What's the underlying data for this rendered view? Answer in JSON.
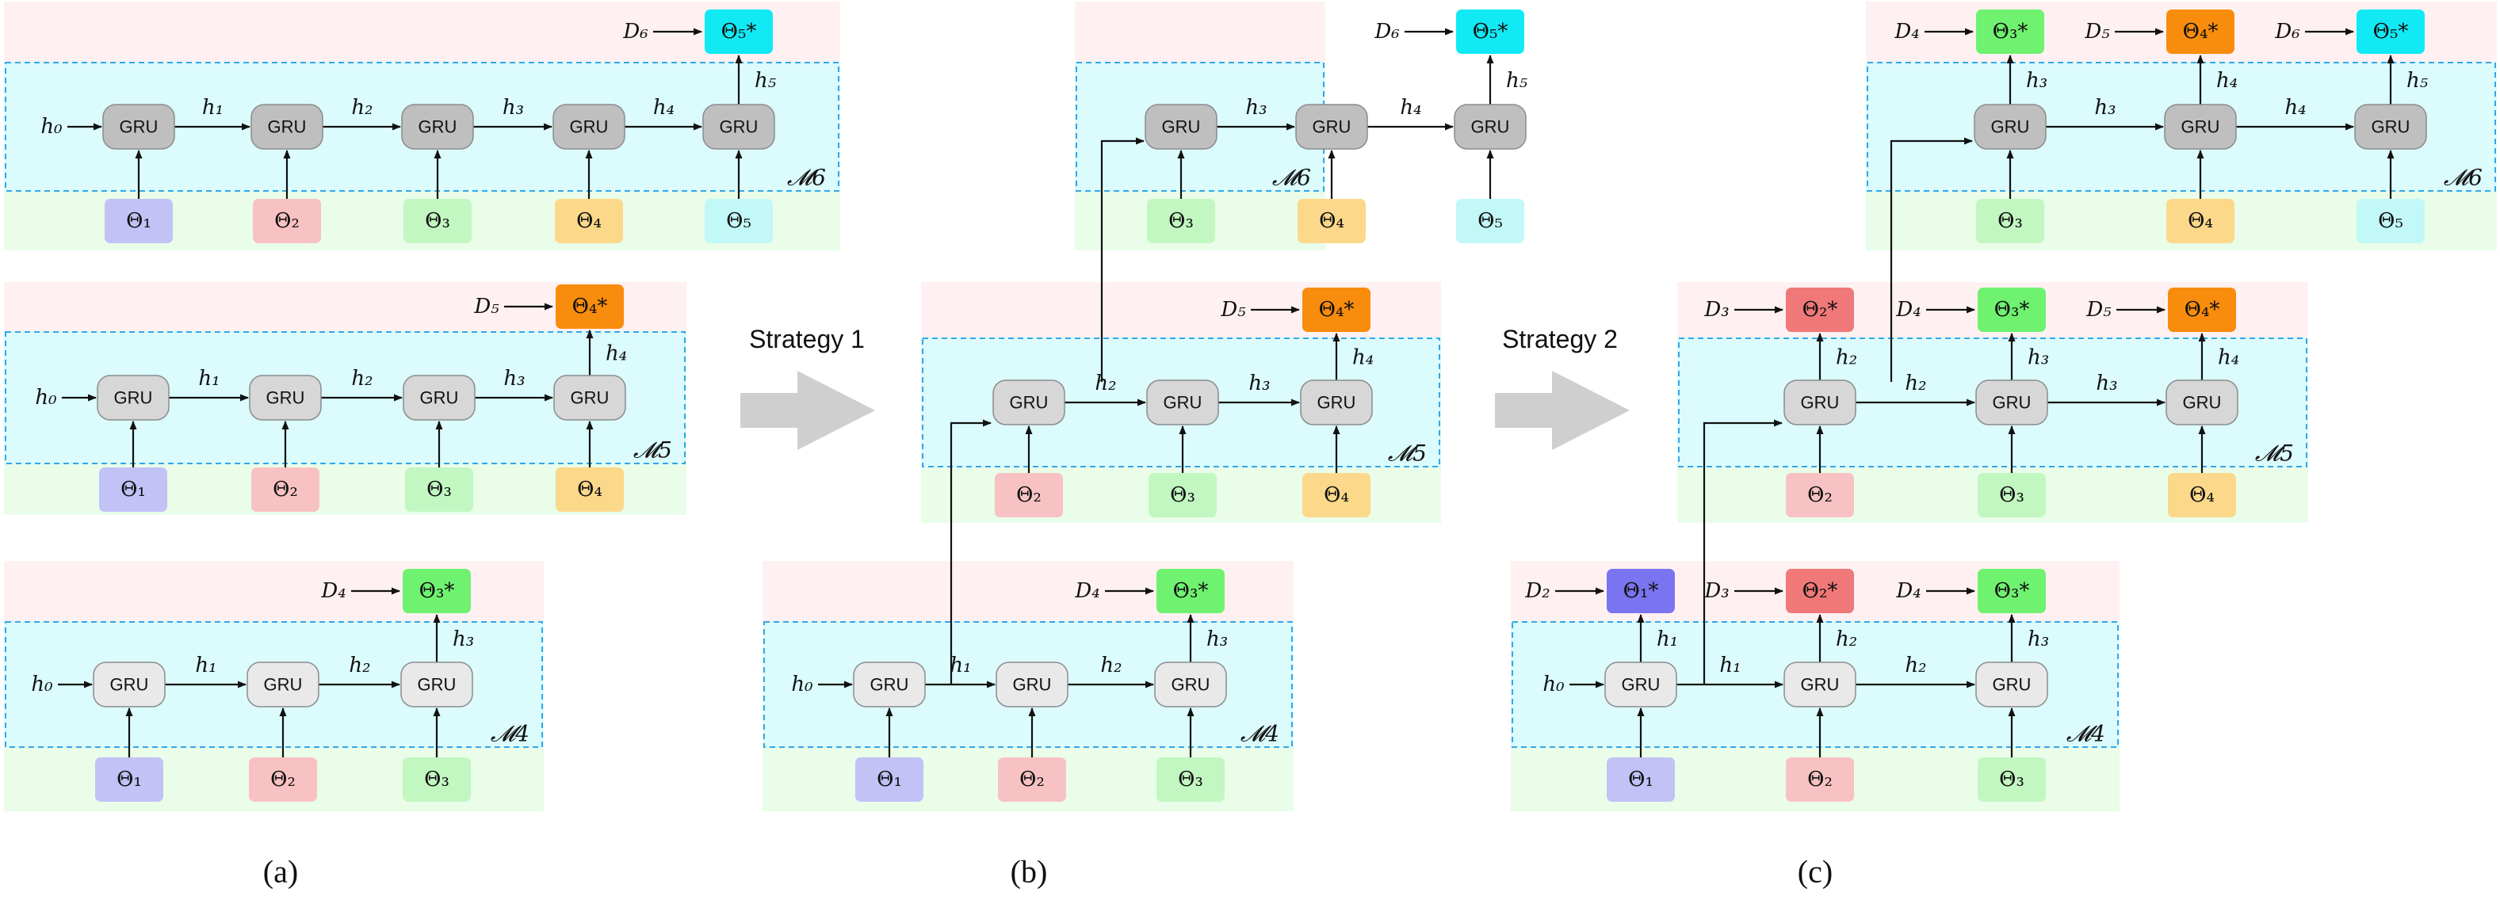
{
  "gru_label": "GRU",
  "captions": [
    "(a)",
    "(b)",
    "(c)"
  ],
  "strategies": [
    "Strategy 1",
    "Strategy 2"
  ],
  "model_labels": {
    "M4": "𝓜4",
    "M5": "𝓜5",
    "M6": "𝓜6"
  },
  "params": {
    "1": {
      "label": "Θ₁",
      "star": "Θ₁*",
      "color": "#c2c2f7",
      "star_color": "#7b74f0"
    },
    "2": {
      "label": "Θ₂",
      "star": "Θ₂*",
      "color": "#f9c2c2",
      "star_color": "#f07878"
    },
    "3": {
      "label": "Θ₃",
      "star": "Θ₃*",
      "color": "#c2f7c2",
      "star_color": "#6ff26f"
    },
    "4": {
      "label": "Θ₄",
      "star": "Θ₄*",
      "color": "#fcd88a",
      "star_color": "#f88c0c"
    },
    "5": {
      "label": "Θ₅",
      "star": "Θ₅*",
      "color": "#c2f8f8",
      "star_color": "#11eaf5"
    }
  },
  "hidden_labels": [
    "h₀",
    "h₁",
    "h₂",
    "h₃",
    "h₄",
    "h₅"
  ],
  "data_labels": {
    "D2": "D₂",
    "D3": "D₃",
    "D4": "D₄",
    "D5": "D₅",
    "D6": "D₆"
  },
  "colors": {
    "output_band": "#fff1f1",
    "model_band": "#dbfbfd",
    "input_band": "#e9fde9",
    "dashed_border": "#35a7e8",
    "gru_dark": "#bfbfbf",
    "gru_mid": "#d7d7d7",
    "gru_light": "#e9e9e9",
    "arrow": "#111111",
    "big_arrow": "#cfcfcf"
  }
}
